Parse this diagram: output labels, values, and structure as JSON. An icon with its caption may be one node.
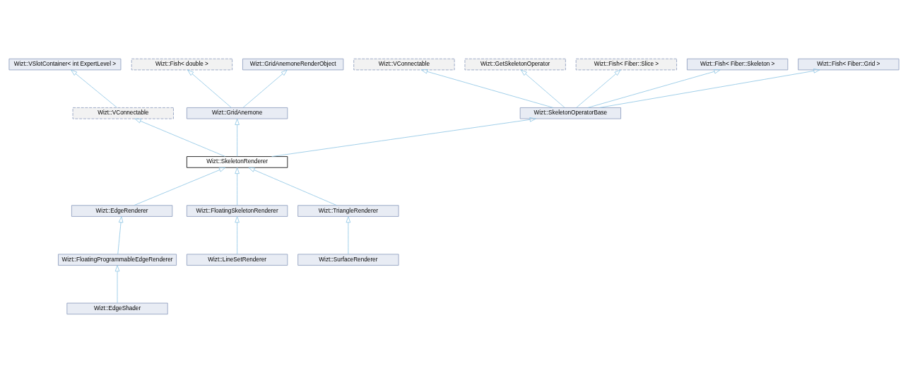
{
  "diagram": {
    "nodes": [
      {
        "text": [
          "Wizt::VConnectable"
        ]
      },
      {
        "text": [
          "Wizt::GetSkeletonOperator"
        ]
      },
      {
        "text": [
          "Wizt::Fish< Fiber::Slice >"
        ]
      },
      {
        "text": [
          "Wizt::Fish< double >"
        ]
      },
      {
        "text": [
          "Wizt::Fish< Fiber::Skeleton >"
        ]
      },
      {
        "text": [
          "Wizt::VSlotContainer< int ExpertLevel >"
        ]
      },
      {
        "text": [
          "Wizt::GridAnemoneRenderObject"
        ]
      },
      {
        "text": [
          "Wizt::Fish< Fiber::Grid >"
        ]
      },
      {
        "text": [
          "Wizt::VConnectable"
        ]
      },
      {
        "text": [
          "Wizt::GridAnemone"
        ]
      },
      {
        "text": [
          "Wizt::SkeletonOperatorBase"
        ]
      },
      {
        "text": [
          "Wizt::SkeletonRenderer"
        ]
      },
      {
        "text": [
          "Wizt::EdgeRenderer"
        ]
      },
      {
        "text": [
          "Wizt::FloatingSkeletonRenderer"
        ]
      },
      {
        "text": [
          "Wizt::TriangleRenderer"
        ]
      },
      {
        "text": [
          "Wizt::FloatingProgrammableEdgeRenderer"
        ]
      },
      {
        "text": [
          "Wizt::LineSetRenderer"
        ]
      },
      {
        "text": [
          "Wizt::SurfaceRenderer"
        ]
      },
      {
        "text": [
          "Wizt::EdgeShader"
        ]
      }
    ],
    "edges": [
      {
        "from": 8,
        "to": 5,
        "arrow": "to"
      },
      {
        "from": 9,
        "to": 3,
        "arrow": "to"
      },
      {
        "from": 9,
        "to": 6,
        "arrow": "to"
      },
      {
        "from": 10,
        "to": 0,
        "arrow": "to"
      },
      {
        "from": 10,
        "to": 1,
        "arrow": "to"
      },
      {
        "from": 10,
        "to": 2,
        "arrow": "to"
      },
      {
        "from": 10,
        "to": 4,
        "arrow": "to"
      },
      {
        "from": 10,
        "to": 7,
        "arrow": "to"
      },
      {
        "from": 11,
        "to": 8,
        "arrow": "to"
      },
      {
        "from": 11,
        "to": 9,
        "arrow": "to"
      },
      {
        "from": 11,
        "to": 10,
        "arrow": "to"
      },
      {
        "from": 12,
        "to": 11,
        "arrow": "to"
      },
      {
        "from": 13,
        "to": 11,
        "arrow": "to"
      },
      {
        "from": 14,
        "to": 11,
        "arrow": "to"
      },
      {
        "from": 15,
        "to": 12,
        "arrow": "to"
      },
      {
        "from": 16,
        "to": 13,
        "arrow": "to"
      },
      {
        "from": 17,
        "to": 14,
        "arrow": "to"
      },
      {
        "from": 18,
        "to": 15,
        "arrow": "to"
      }
    ]
  }
}
